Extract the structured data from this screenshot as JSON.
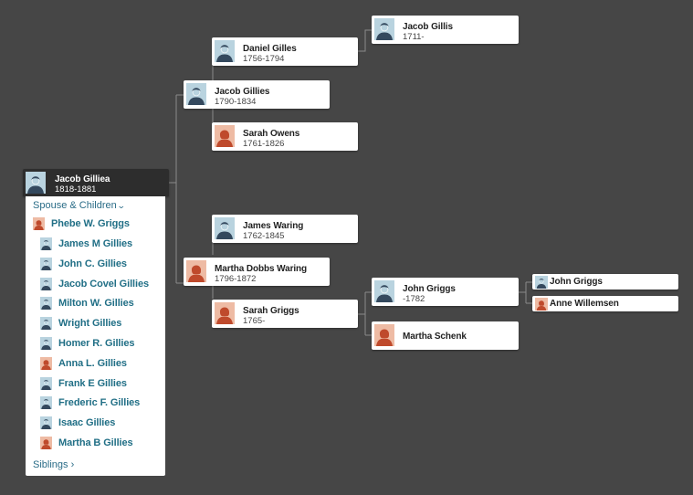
{
  "focus": {
    "name": "Jacob Gilliea",
    "dates": "1818-1881",
    "gender": "male"
  },
  "family_panel": {
    "spouse_children_label": "Spouse & Children",
    "spouse": {
      "name": "Phebe W. Griggs",
      "gender": "female"
    },
    "children": [
      {
        "name": "James M Gillies",
        "gender": "male"
      },
      {
        "name": "John C. Gillies",
        "gender": "male"
      },
      {
        "name": "Jacob Covel Gillies",
        "gender": "male"
      },
      {
        "name": "Milton W. Gillies",
        "gender": "male"
      },
      {
        "name": "Wright Gillies",
        "gender": "male"
      },
      {
        "name": "Homer R. Gillies",
        "gender": "male"
      },
      {
        "name": "Anna L. Gillies",
        "gender": "female"
      },
      {
        "name": "Frank E Gillies",
        "gender": "male"
      },
      {
        "name": "Frederic F. Gillies",
        "gender": "male"
      },
      {
        "name": "Isaac Gillies",
        "gender": "male"
      },
      {
        "name": "Martha B Gillies",
        "gender": "female"
      }
    ],
    "siblings_label": "Siblings",
    "siblings_chevron": "›"
  },
  "tree": {
    "father": {
      "name": "Jacob Gillies",
      "dates": "1790-1834",
      "gender": "male"
    },
    "paternal_grandfather": {
      "name": "Daniel Gilles",
      "dates": "1756-1794",
      "gender": "male"
    },
    "paternal_grandmother": {
      "name": "Sarah Owens",
      "dates": "1761-1826",
      "gender": "female"
    },
    "paternal_great_grandfather": {
      "name": "Jacob Gillis",
      "dates": "1711-",
      "gender": "male"
    },
    "mother": {
      "name": "Martha Dobbs Waring",
      "dates": "1796-1872",
      "gender": "female"
    },
    "maternal_grandfather": {
      "name": "James Waring",
      "dates": "1762-1845",
      "gender": "male"
    },
    "maternal_grandmother": {
      "name": "Sarah Griggs",
      "dates": "1765-",
      "gender": "female"
    },
    "mgm_father": {
      "name": "John Griggs",
      "dates": "-1782",
      "gender": "male"
    },
    "mgm_mother": {
      "name": "Martha Schenk",
      "gender": "female"
    },
    "mgm_ff": {
      "name": "John Griggs",
      "gender": "male"
    },
    "mgm_fm": {
      "name": "Anne Willemsen",
      "gender": "female"
    }
  },
  "colors": {
    "background": "#464646",
    "male_avatar_bg": "#b9d3df",
    "male_avatar_fg": "#34495e",
    "female_avatar_bg": "#eebba4",
    "female_avatar_fg": "#bf4a2c",
    "link": "#216f86",
    "focus_bg": "#2d2d2d"
  },
  "icons": {
    "male": "male-silhouette-icon",
    "female": "female-silhouette-icon",
    "chevron": "chevron-down-icon"
  }
}
